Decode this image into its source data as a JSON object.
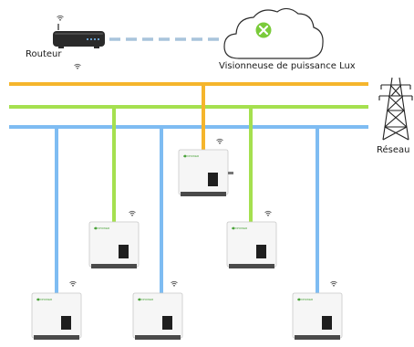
{
  "labels": {
    "router": "Routeur",
    "cloud": "Visionneuse de puissance Lux",
    "grid": "Réseau"
  },
  "brand_text": "LUXPOWER",
  "colors": {
    "orange_bus": "#f5b52c",
    "green_bus": "#a5e04f",
    "blue_bus": "#7ebcf2",
    "link_dash": "#a8c4dc",
    "cloud_logo": "#7acb3a",
    "inverter_screen": "#1f1f1f"
  },
  "icons": [
    "router-icon",
    "cloud-icon",
    "wifi-icon",
    "power-tower-icon",
    "inverter-icon"
  ]
}
